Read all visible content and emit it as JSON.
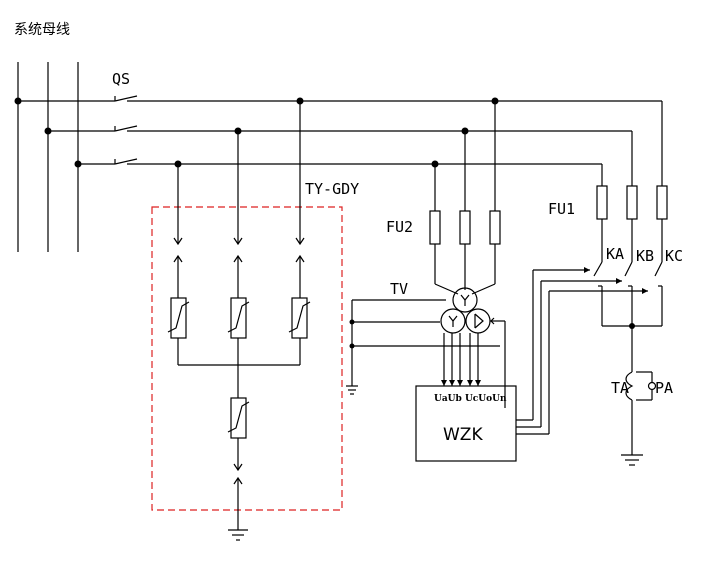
{
  "labels": {
    "bus_title": "系统母线",
    "switch": "QS",
    "arrester_device": "TY-GDY",
    "fuse_pt": "FU2",
    "pt": "TV",
    "fuse_ctrl": "FU1",
    "relay_a": "KA",
    "relay_b": "KB",
    "relay_c": "KC",
    "ct": "TA",
    "meter": "PA",
    "controller": "WZK",
    "controller_inputs": "UaUb UcUoUn"
  },
  "colors": {
    "line": "#000000",
    "enclosure": "#dd2222"
  }
}
